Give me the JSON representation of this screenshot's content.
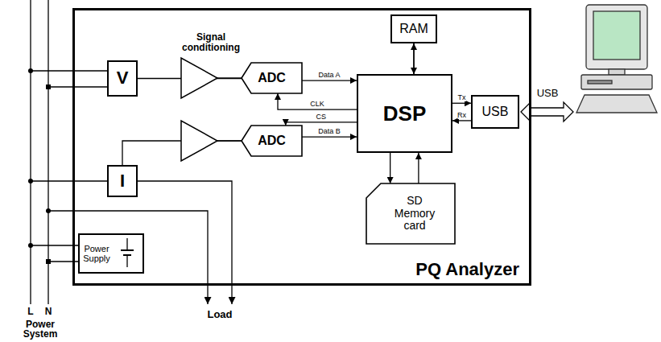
{
  "diagram": {
    "nodes": [
      {
        "text": [
          "PQ Analyzer"
        ]
      },
      {
        "text": [
          "RAM"
        ],
        "in": 0
      },
      {
        "text": [
          "V"
        ],
        "in": 0
      },
      {
        "text": [
          "ADC"
        ],
        "in": 0
      },
      {
        "text": [
          "DSP"
        ],
        "in": 0
      },
      {
        "text": [
          "USB"
        ],
        "in": 0
      },
      {
        "text": [
          "ADC"
        ],
        "in": 0
      },
      {
        "text": [
          "I"
        ],
        "in": 0
      },
      {
        "text": [
          "SD Memory card"
        ],
        "in": 0
      },
      {
        "text": [
          "Power Supply"
        ],
        "in": 0
      }
    ],
    "edges": [
      {
        "from": 2,
        "to": 3,
        "arrow": "none"
      },
      {
        "from": 7,
        "to": 6,
        "arrow": "none"
      },
      {
        "from": 3,
        "to": 4,
        "label": "Data A",
        "arrow": "to"
      },
      {
        "from": 4,
        "to": 3,
        "label": "CLK",
        "arrow": "to"
      },
      {
        "from": 4,
        "to": 6,
        "label": "CS",
        "arrow": "to"
      },
      {
        "from": 6,
        "to": 4,
        "label": "Data B",
        "arrow": "to"
      },
      {
        "from": 1,
        "to": 4,
        "arrow": "both"
      },
      {
        "from": 4,
        "to": 5,
        "label": "Tx",
        "arrow": "to"
      },
      {
        "from": 5,
        "to": 4,
        "label": "Rx",
        "arrow": "to"
      },
      {
        "from": 4,
        "to": 8,
        "arrow": "to"
      },
      {
        "from": 8,
        "to": 4,
        "arrow": "to"
      }
    ],
    "labels": [
      "Signal conditioning",
      "USB",
      "L",
      "N",
      "Power System",
      "Load"
    ]
  }
}
